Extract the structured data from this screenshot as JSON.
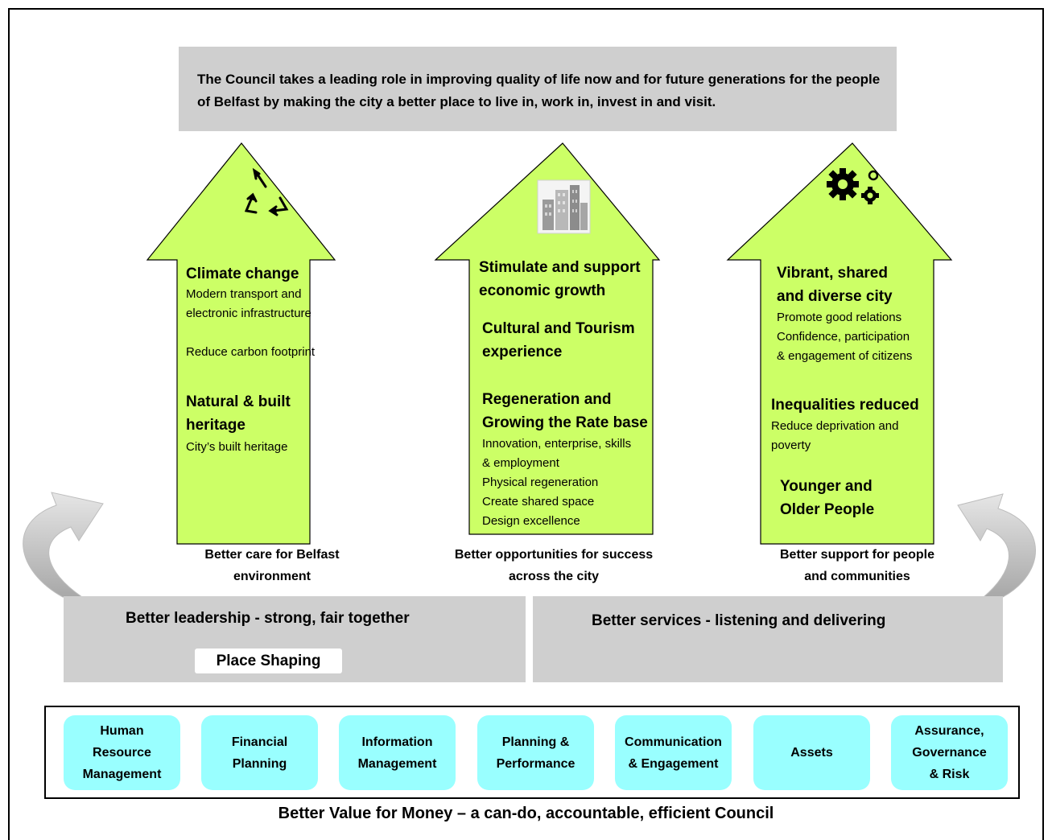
{
  "banner": "The Council takes a leading role in improving quality of life now and for future generations for the people of Belfast by making the city a better place to live in, work in, invest in and visit.",
  "colors": {
    "arrow_fill": "#ccff66",
    "panel": "#cfcfcf",
    "function_box": "#99ffff"
  },
  "pillars": {
    "left": {
      "icon": "recycle-icon",
      "h1": "Climate change",
      "s1": "Modern transport and",
      "s2": "electronic infrastructure",
      "s3": "Reduce carbon footprint",
      "h2a": "Natural & built",
      "h2b": "heritage",
      "s4": "City’s built heritage",
      "caption1": "Better care for Belfast",
      "caption2": "environment"
    },
    "center": {
      "icon": "city-buildings-icon",
      "h1a": "Stimulate and support",
      "h1b": "economic growth",
      "h2a": "Cultural and Tourism",
      "h2b": "experience",
      "h3a": "Regeneration and",
      "h3b": "Growing the Rate base",
      "s1": "Innovation, enterprise, skills",
      "s2": "& employment",
      "s3": "Physical regeneration",
      "s4": "Create shared space",
      "s5": "Design excellence",
      "caption1": "Better opportunities for success",
      "caption2": "across the city"
    },
    "right": {
      "icon": "gears-icon",
      "h1a": "Vibrant, shared",
      "h1b": "and diverse city",
      "s1": "Promote good relations",
      "s2": "Confidence, participation",
      "s3": "& engagement of citizens",
      "h2": "Inequalities reduced",
      "s4": "Reduce deprivation and",
      "s5": "poverty",
      "h3a": "Younger and",
      "h3b": "Older People",
      "caption1": "Better support for people",
      "caption2": "and communities"
    }
  },
  "panels": {
    "left_title": "Better leadership - strong, fair together",
    "place_shaping": "Place Shaping",
    "right_title": "Better services - listening and delivering"
  },
  "functions": [
    {
      "l1": "Human",
      "l2": "Resource",
      "l3": "Management"
    },
    {
      "l1": "Financial",
      "l2": "Planning"
    },
    {
      "l1": "Information",
      "l2": "Management"
    },
    {
      "l1": "Planning &",
      "l2": "Performance"
    },
    {
      "l1": "Communication",
      "l2": "& Engagement"
    },
    {
      "l1": "Assets"
    },
    {
      "l1": "Assurance,",
      "l2": "Governance",
      "l3": "& Risk"
    }
  ],
  "footer": "Better Value for Money  – a can-do, accountable, efficient Council"
}
